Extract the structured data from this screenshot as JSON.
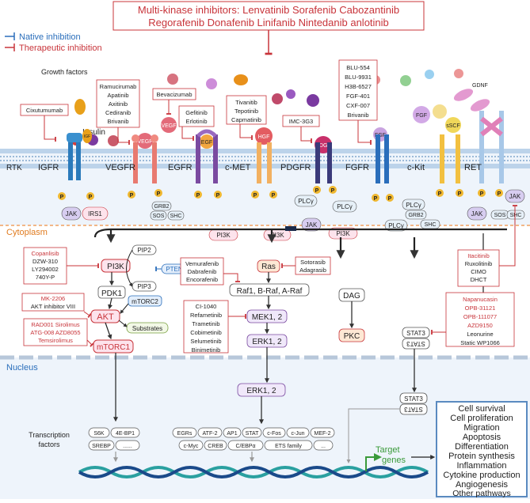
{
  "header": {
    "line1": "Multi-kinase inhibitors: Lenvatinib Sorafenib Cabozantinib",
    "line2": "Regorafenib Donafenib Linifanib Nintedanib anlotinib"
  },
  "legend": {
    "native": "Native inhibition",
    "therapeutic": "Therapeutic inhibition",
    "native_color": "#2a6ebb",
    "therapeutic_color": "#c8343a"
  },
  "labels": {
    "growth_factors": "Growth factors",
    "rtk": "RTK",
    "insulin": "Insulin",
    "cytoplasm": "Cytoplasm",
    "nucleus": "Nucleus",
    "transcription_factors": "Transcription factors",
    "target_genes": "Target genes"
  },
  "receptors": [
    "IGFR",
    "VEGFR",
    "EGFR",
    "c-MET",
    "PDGFR",
    "FGFR",
    "c-Kit",
    "RET"
  ],
  "ligands": {
    "vegf": "VEGF",
    "egf": "EGF",
    "hgf": "HGF",
    "pdgf": "PDGF",
    "fgf": "FGF",
    "fgf_free": "FGF",
    "scf": "sSCF",
    "gdnf": "GDNF",
    "igf": "IGF",
    "vegf2": "VEGF"
  },
  "drug_boxes": {
    "cixutumumab": [
      "Cixutumumab"
    ],
    "vegfr": [
      "Ramucirumab",
      "Apatinib",
      "Axitinib",
      "Cediranib",
      "Brivanib"
    ],
    "bevacizumab": [
      "Bevacizumab"
    ],
    "egfr": [
      "Gefitinib",
      "Erlotinib"
    ],
    "cmet": [
      "Tivanitib",
      "Tepotinib",
      "Capmatinib"
    ],
    "imc": [
      "IMC-3G3"
    ],
    "fgfr": [
      "BLU-554",
      "BLU-9931",
      "H3B-6527",
      "FGF-401",
      "CXF-007",
      "Brivanib"
    ],
    "jak": [
      "Itacitinib",
      "Ruxolitinib",
      "CIMO",
      "DHCT"
    ],
    "stat3": [
      "Napanucasin",
      "OPB-31121",
      "OPB-111077",
      "AZD9150",
      "Leonurine",
      "Static  WP1066"
    ],
    "pi3k": [
      "Copanlisib",
      "DZW-310",
      "LY294002",
      "740Y-P"
    ],
    "akt": [
      "MK-2206",
      "AKT inhibitor VIII"
    ],
    "mtorc1": [
      "RAD001 Sirolimus",
      "ATG-008 AZD8055",
      "Temsirolimus"
    ],
    "raf": [
      "Vemurafenib",
      "Dabrafenib",
      "Encorafenib"
    ],
    "ras": [
      "Sotorasib",
      "Adagrasib"
    ],
    "mek": [
      "CI-1040",
      "Refametinib",
      "Trametinib",
      "Cobimetinib",
      "Selumetinib",
      "Binimetinib"
    ]
  },
  "adaptors": {
    "jak": "JAK",
    "irs1": "IRS1",
    "pi3k": "PI3K",
    "sos": "SOS",
    "grb2": "GRB2",
    "shc": "SHC",
    "plcg": "PLCγ",
    "p": "P"
  },
  "pathway": {
    "pi3k": "PI3K",
    "pip2": "PIP2",
    "pip3": "PIP3",
    "pten": "PTEN",
    "pdk1": "PDK1",
    "akt": "AKT",
    "mtorc2": "mTORC2",
    "mtorc1": "mTORC1",
    "substrates": "Substrates",
    "ras": "Ras",
    "raf": "Raf1, B-Raf, A-Raf",
    "mek": "MEK1, 2",
    "erk": "ERK1, 2",
    "erk_nuc": "ERK1, 2",
    "dag": "DAG",
    "pkc": "PKC",
    "stat3": "STAT3"
  },
  "tf_left": [
    "S6K",
    "4E-BP1",
    "SREBP",
    "......"
  ],
  "tf_mid_row1": [
    "EGRs",
    "ATF-2",
    "AP1",
    "STAT",
    "c-Fos",
    "c-Jun",
    "MEF-2"
  ],
  "tf_mid_row2": [
    "c-Myc",
    "CREB",
    "C/EBPα",
    "ETS family",
    "..."
  ],
  "outcomes": [
    "Cell survival",
    "Cell proliferation",
    "Migration",
    "Apoptosis",
    "Differentiation",
    "Protein synthesis",
    "Inflammation",
    "Cytokine production",
    "Angiogenesis",
    "Other pathways"
  ]
}
